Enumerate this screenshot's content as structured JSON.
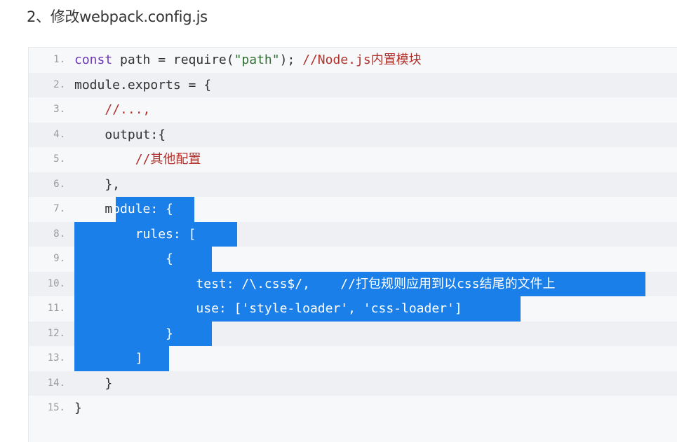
{
  "heading": "2、修改webpack.config.js",
  "lines": [
    {
      "n": "1.",
      "segs": [
        [
          "kw",
          "const"
        ],
        [
          "plain",
          " path = require("
        ],
        [
          "str",
          "\"path\""
        ],
        [
          "plain",
          "); "
        ],
        [
          "cmt",
          "//Node.js内置模块"
        ]
      ]
    },
    {
      "n": "2.",
      "segs": [
        [
          "plain",
          "module.exports = {"
        ]
      ]
    },
    {
      "n": "3.",
      "segs": [
        [
          "plain",
          "    "
        ],
        [
          "cmt",
          "//...,"
        ]
      ]
    },
    {
      "n": "4.",
      "segs": [
        [
          "plain",
          "    output:{"
        ]
      ]
    },
    {
      "n": "5.",
      "segs": [
        [
          "plain",
          "        "
        ],
        [
          "cmt",
          "//其他配置"
        ]
      ]
    },
    {
      "n": "6.",
      "segs": [
        [
          "plain",
          "    },"
        ]
      ]
    },
    {
      "n": "7.",
      "segs": [
        [
          "plain",
          "    m"
        ],
        [
          "sel",
          "odule: {"
        ]
      ]
    },
    {
      "n": "8.",
      "segs": [
        [
          "sel",
          "        rules: ["
        ]
      ]
    },
    {
      "n": "9.",
      "segs": [
        [
          "sel",
          "            {"
        ]
      ]
    },
    {
      "n": "10.",
      "segs": [
        [
          "sel",
          "                test: /\\.css$/,    //打包规则应用到以css结尾的文件上"
        ]
      ]
    },
    {
      "n": "11.",
      "segs": [
        [
          "sel",
          "                use: ['style-loader', 'css-loader']"
        ]
      ]
    },
    {
      "n": "12.",
      "segs": [
        [
          "sel",
          "            }"
        ]
      ]
    },
    {
      "n": "13.",
      "segs": [
        [
          "sel",
          "        ]"
        ]
      ]
    },
    {
      "n": "14.",
      "segs": [
        [
          "plain",
          "    }"
        ]
      ]
    },
    {
      "n": "15.",
      "segs": [
        [
          "plain",
          "}"
        ]
      ]
    }
  ],
  "colors": {
    "selection": "#1a7fe8",
    "keyword": "#6b35b8",
    "string": "#2f6f2f",
    "comment": "#b1322c"
  }
}
